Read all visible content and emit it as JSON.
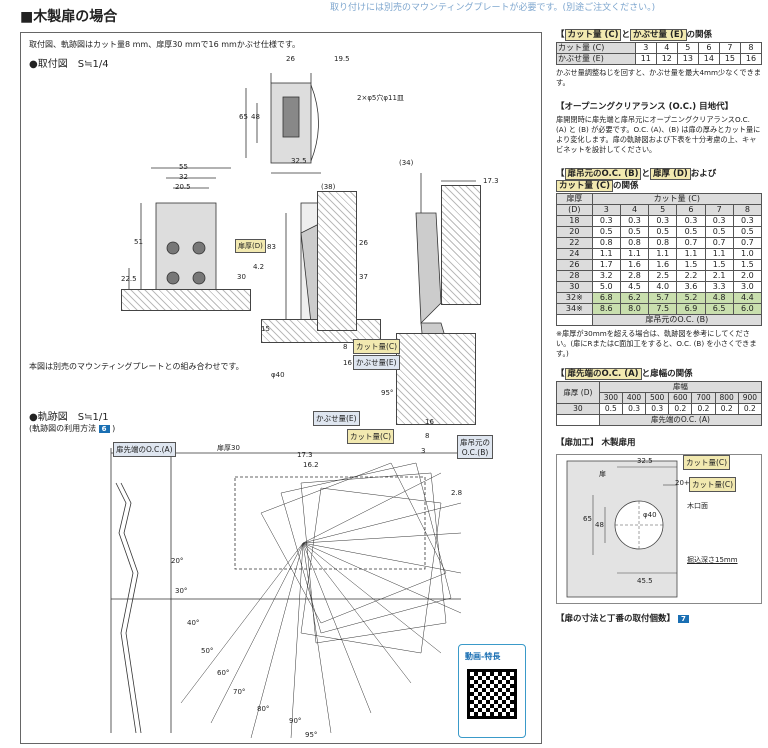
{
  "page": {
    "title": "■木製扉の場合",
    "top_note": "取り付けには別売のマウンティングプレートが必要です。(別途ご注文ください。)"
  },
  "left": {
    "note": "取付図、軌跡図はカット量8 mm、扉厚30 mmで16 mmかぶせ仕様です。",
    "mount_heading": "●取付図　S≒1/4",
    "plate_note": "本図は別売のマウンティングプレートとの組み合わせです。",
    "track_heading": "●軌跡図　S≒1/1",
    "track_sub": "(軌跡図の利用方法",
    "track_sub_badge": "6",
    "track_sub_end": ")",
    "dims_top": {
      "d26": "26",
      "d19_5": "19.5",
      "d65": "65",
      "d48": "48",
      "holes": "2×φ5穴φ11皿",
      "d32_5": "32.5"
    },
    "dims_front": {
      "d55": "55",
      "d32": "32",
      "d20_5": "20.5",
      "d51": "51",
      "d22_5": "22.5"
    },
    "dims_side": {
      "d38": "(38)",
      "d34": "(34)",
      "d17_3": "17.3",
      "d83": "83",
      "d4_2": "4.2",
      "d15": "15",
      "d26": "26",
      "d37": "37",
      "d8": "8",
      "d16": "16",
      "d40": "φ40",
      "d95": "95°",
      "d30": "30"
    },
    "door_thickness_label": "扉厚(D)",
    "cut_label": "カット量(C)",
    "overlay_label": "かぶせ量(E)",
    "track_labels": {
      "overlay": "かぶせ量(E)",
      "cut": "カット量(C)",
      "oc_a": "扉先端のO.C.(A)",
      "oc_b_1": "扉吊元の",
      "oc_b_2": "O.C.(B)",
      "door30": "扉厚30",
      "d16": "16",
      "d8": "8",
      "d3": "3",
      "d17_3": "17.3",
      "d16_2": "16.2",
      "d2_8": "2.8",
      "angles": [
        "20°",
        "30°",
        "40°",
        "50°",
        "60°",
        "70°",
        "80°",
        "90°",
        "95°"
      ]
    },
    "qr_title": "動画-特長"
  },
  "right": {
    "t1_title_a": "カット量 (C)",
    "t1_title_mid": "と",
    "t1_title_b": "かぶせ量 (E)",
    "t1_title_end": "の関係",
    "t1_rows": [
      {
        "label": "カット量 (C)",
        "values": [
          "3",
          "4",
          "5",
          "6",
          "7",
          "8"
        ]
      },
      {
        "label": "かぶせ量 (E)",
        "values": [
          "11",
          "12",
          "13",
          "14",
          "15",
          "16"
        ]
      }
    ],
    "t1_note": "かぶせ量調整ねじを回すと、かぶせ量を最大4mm少なくできます。",
    "oc_title": "【オープニングクリアランス (O.C.) 目地代】",
    "oc_text": "扉開閉時に扉先端と扉吊元にオープニングクリアランスO.C. (A) と (B) が必要です。O.C. (A)、(B) は扉の厚みとカット量により変化します。扉の軌跡図および下表を十分考慮の上、キャビネットを設計してください。",
    "t2_title_a": "扉吊元のO.C. (B)",
    "t2_title_mid": "と",
    "t2_title_b": "扉厚 (D)",
    "t2_title_mid2": "および",
    "t2_title_c": "カット量 (C)",
    "t2_title_end": "の関係",
    "t2_head_door": "扉厚",
    "t2_head_door2": "(D)",
    "t2_head_cut": "カット量 (C)",
    "t2_cols": [
      "3",
      "4",
      "5",
      "6",
      "7",
      "8"
    ],
    "t2_rows": [
      {
        "d": "18",
        "v": [
          "0.3",
          "0.3",
          "0.3",
          "0.3",
          "0.3",
          "0.3"
        ]
      },
      {
        "d": "20",
        "v": [
          "0.5",
          "0.5",
          "0.5",
          "0.5",
          "0.5",
          "0.5"
        ]
      },
      {
        "d": "22",
        "v": [
          "0.8",
          "0.8",
          "0.8",
          "0.7",
          "0.7",
          "0.7"
        ]
      },
      {
        "d": "24",
        "v": [
          "1.1",
          "1.1",
          "1.1",
          "1.1",
          "1.1",
          "1.0"
        ]
      },
      {
        "d": "26",
        "v": [
          "1.7",
          "1.6",
          "1.6",
          "1.5",
          "1.5",
          "1.5"
        ]
      },
      {
        "d": "28",
        "v": [
          "3.2",
          "2.8",
          "2.5",
          "2.2",
          "2.1",
          "2.0"
        ]
      },
      {
        "d": "30",
        "v": [
          "5.0",
          "4.5",
          "4.0",
          "3.6",
          "3.3",
          "3.0"
        ]
      },
      {
        "d": "32※",
        "v": [
          "6.8",
          "6.2",
          "5.7",
          "5.2",
          "4.8",
          "4.4"
        ]
      },
      {
        "d": "34※",
        "v": [
          "8.6",
          "8.0",
          "7.5",
          "6.9",
          "6.5",
          "6.0"
        ]
      }
    ],
    "t2_foot": "扉吊元のO.C. (B)",
    "t2_note": "※扉厚が30mmを超える場合は、軌跡図を参考にしてください。(扉にRまたはC面加工をすると、O.C. (B) を小さくできます。)",
    "t3_title_a": "扉先端のO.C. (A)",
    "t3_title_end": "と扉幅の関係",
    "t3_head_door": "扉厚 (D)",
    "t3_head_width": "扉幅",
    "t3_cols": [
      "300",
      "400",
      "500",
      "600",
      "700",
      "800",
      "900"
    ],
    "t3_row_d": "30",
    "t3_row": [
      "0.5",
      "0.3",
      "0.3",
      "0.2",
      "0.2",
      "0.2",
      "0.2"
    ],
    "t3_foot": "扉先端のO.C. (A)",
    "wood_title": "【扉加工】 木製扉用",
    "wood_labels": {
      "door": "扉",
      "d32_5": "32.5",
      "d20": "20+",
      "cut": "カット量(C)",
      "cut2": "カット量(C)",
      "kiguchi": "木口面",
      "d48": "48",
      "d65": "65",
      "d40": "φ40",
      "depth": "掘込深さ15mm",
      "d45_5": "45.5"
    },
    "footer": "【扉の寸法と丁番の取付個数】",
    "footer_badge": "7"
  }
}
